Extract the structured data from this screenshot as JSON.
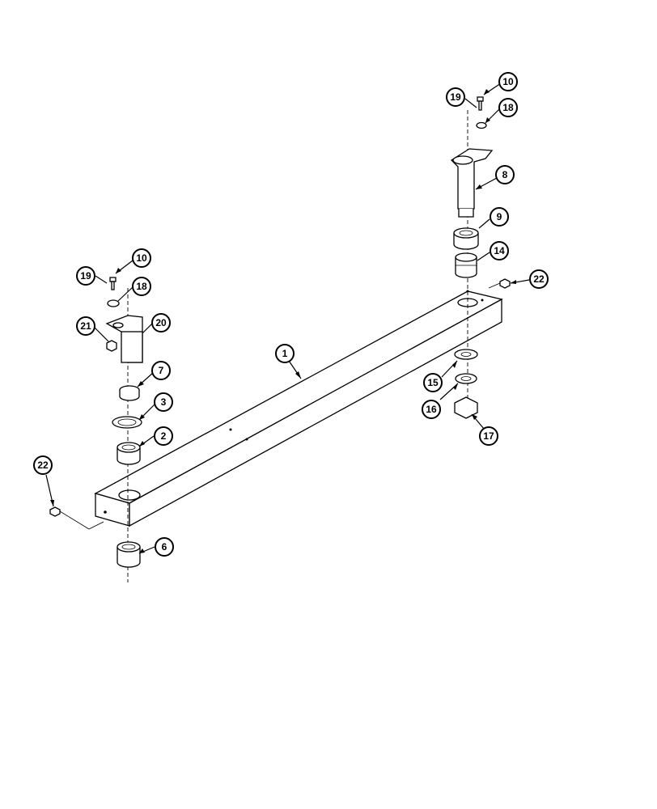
{
  "callouts": [
    {
      "id": "c1",
      "label": "1"
    },
    {
      "id": "c2",
      "label": "2"
    },
    {
      "id": "c3",
      "label": "3"
    },
    {
      "id": "c6",
      "label": "6"
    },
    {
      "id": "c7",
      "label": "7"
    },
    {
      "id": "c8",
      "label": "8"
    },
    {
      "id": "c9",
      "label": "9"
    },
    {
      "id": "c10a",
      "label": "10"
    },
    {
      "id": "c10b",
      "label": "10"
    },
    {
      "id": "c14",
      "label": "14"
    },
    {
      "id": "c15",
      "label": "15"
    },
    {
      "id": "c16",
      "label": "16"
    },
    {
      "id": "c17",
      "label": "17"
    },
    {
      "id": "c18a",
      "label": "18"
    },
    {
      "id": "c18b",
      "label": "18"
    },
    {
      "id": "c19a",
      "label": "19"
    },
    {
      "id": "c19b",
      "label": "19"
    },
    {
      "id": "c20",
      "label": "20"
    },
    {
      "id": "c21",
      "label": "21"
    },
    {
      "id": "c22a",
      "label": "22"
    },
    {
      "id": "c22b",
      "label": "22"
    }
  ]
}
